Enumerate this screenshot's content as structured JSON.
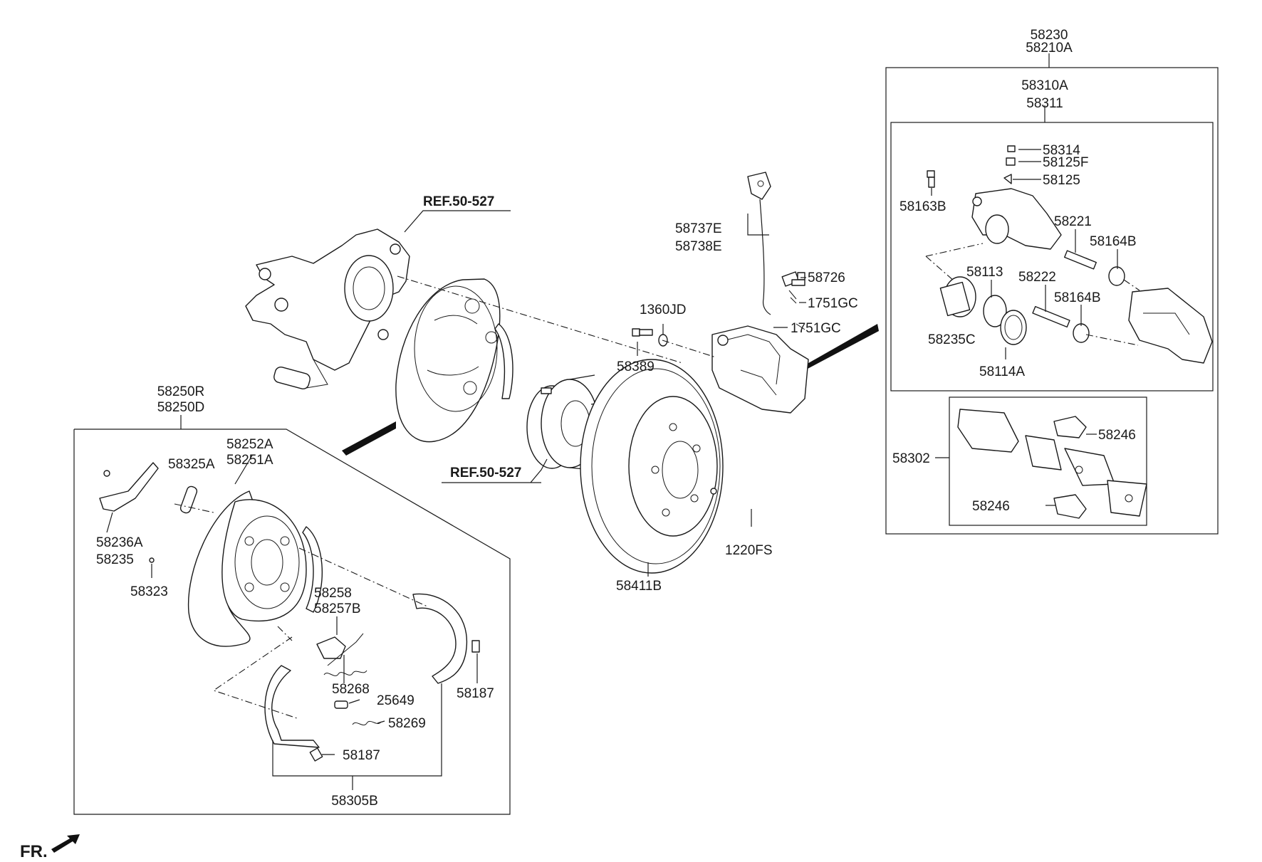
{
  "labels": {
    "l_58230": "58230",
    "l_58210A": "58210A",
    "l_58310A": "58310A",
    "l_58311": "58311",
    "l_58314": "58314",
    "l_58125F": "58125F",
    "l_58125": "58125",
    "l_58163B": "58163B",
    "l_58221": "58221",
    "l_58164B_a": "58164B",
    "l_58113": "58113",
    "l_58222": "58222",
    "l_58164B_b": "58164B",
    "l_58235C": "58235C",
    "l_58114A": "58114A",
    "l_58302": "58302",
    "l_58246_a": "58246",
    "l_58246_b": "58246",
    "l_ref_top": "REF.50-527",
    "l_ref_mid": "REF.50-527",
    "l_58737E": "58737E",
    "l_58738E": "58738E",
    "l_58726": "58726",
    "l_1751GC_a": "1751GC",
    "l_1751GC_b": "1751GC",
    "l_1360JD": "1360JD",
    "l_58389": "58389",
    "l_1220FS": "1220FS",
    "l_58411B": "58411B",
    "l_58250R": "58250R",
    "l_58250D": "58250D",
    "l_58252A": "58252A",
    "l_58251A": "58251A",
    "l_58325A": "58325A",
    "l_58236A": "58236A",
    "l_58235": "58235",
    "l_58323": "58323",
    "l_58258": "58258",
    "l_58257B": "58257B",
    "l_58268": "58268",
    "l_25649": "25649",
    "l_58269": "58269",
    "l_58187_a": "58187",
    "l_58187_b": "58187",
    "l_58305B": "58305B",
    "l_fr": "FR."
  }
}
